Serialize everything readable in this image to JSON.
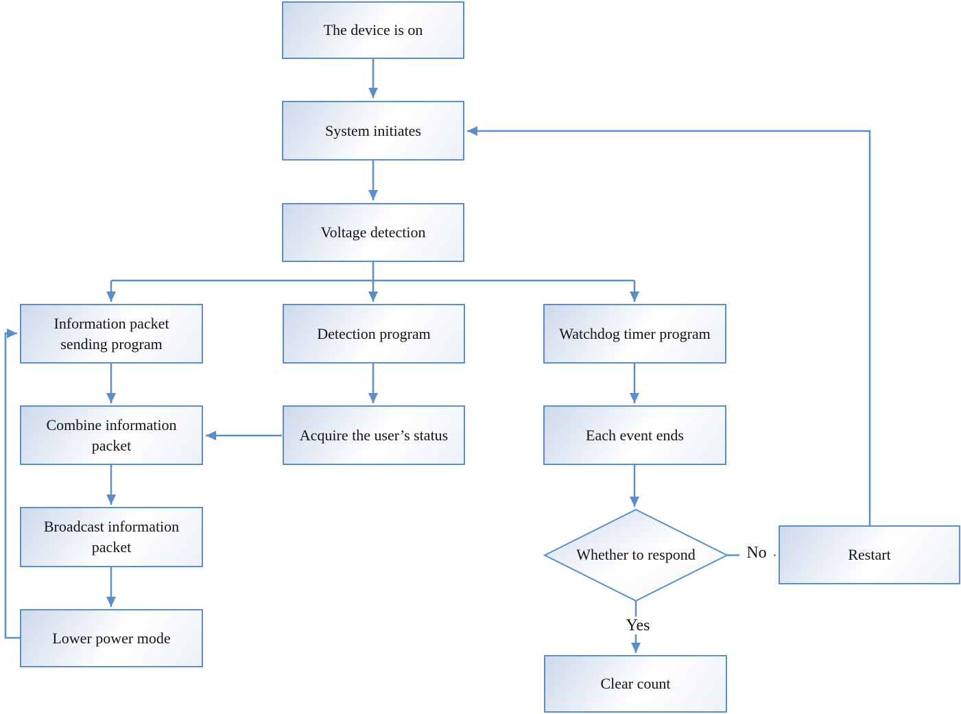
{
  "diagram_type": "flowchart",
  "colors": {
    "line": "#5b8ec8",
    "border": "#5b8ec8",
    "text": "#141414",
    "fill_from": "#cdd9eb",
    "fill_mid": "#ffffff",
    "fill_to": "#edf1f8"
  },
  "nodes": {
    "device_on": {
      "label": "The device is on"
    },
    "system_initiates": {
      "label": "System initiates"
    },
    "voltage_detection": {
      "label": "Voltage detection"
    },
    "info_packet_program": {
      "label": "Information packet sending program"
    },
    "detection_program": {
      "label": "Detection program"
    },
    "watchdog_program": {
      "label": "Watchdog timer program"
    },
    "combine_packet": {
      "label": "Combine information packet"
    },
    "acquire_status": {
      "label": "Acquire the user’s status"
    },
    "each_event_ends": {
      "label": "Each event ends"
    },
    "broadcast_packet": {
      "label": "Broadcast information packet"
    },
    "whether_respond": {
      "label": "Whether to respond"
    },
    "lower_power_mode": {
      "label": "Lower power mode"
    },
    "restart": {
      "label": "Restart"
    },
    "clear_count": {
      "label": "Clear count"
    }
  },
  "edge_labels": {
    "no": "No",
    "yes": "Yes"
  }
}
